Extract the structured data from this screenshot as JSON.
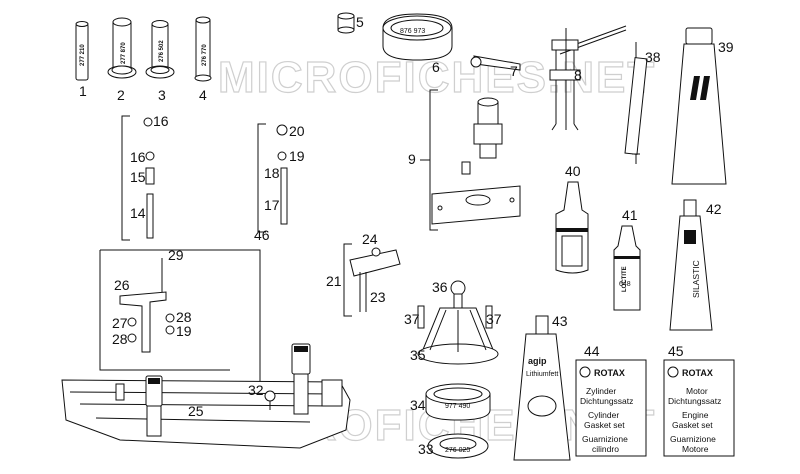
{
  "watermark": "MICROFICHES.NET",
  "callouts": {
    "c1": "1",
    "c2": "2",
    "c3": "3",
    "c4": "4",
    "c5": "5",
    "c6": "6",
    "c7": "7",
    "c8": "8",
    "c9": "9",
    "c14": "14",
    "c15": "15",
    "c16a": "16",
    "c16b": "16",
    "c17": "17",
    "c18": "18",
    "c19a": "19",
    "c19b": "19",
    "c20": "20",
    "c21": "21",
    "c23": "23",
    "c24": "24",
    "c25": "25",
    "c26": "26",
    "c27": "27",
    "c28a": "28",
    "c28b": "28",
    "c19c": "19",
    "c29": "29",
    "c32": "32",
    "c33": "33",
    "c34": "34",
    "c35": "35",
    "c36": "36",
    "c37a": "37",
    "c37b": "37",
    "c38": "38",
    "c39": "39",
    "c40": "40",
    "c41": "41",
    "c42": "42",
    "c43": "43",
    "c44": "44",
    "c45": "45",
    "c46": "46"
  },
  "tool_part_numbers": {
    "t1": "277 210",
    "t2": "277 870",
    "t3": "276 502",
    "t4": "276 770",
    "ring6": "876 973",
    "ring34": "977 490",
    "ring33": "276 025"
  },
  "product_labels": {
    "silastic": "SILASTIC",
    "loctite648": "648",
    "loctite_brand": "LOCTITE",
    "grease_brand": "agip",
    "grease_name": "Lithiumfett"
  },
  "card44": {
    "brand": "ROTAX",
    "lines": [
      "Zylinder",
      "Dichtungssatz",
      "Cylinder",
      "Gasket set",
      "Guarnizione",
      "cilindro"
    ]
  },
  "card45": {
    "brand": "ROTAX",
    "lines": [
      "Motor",
      "Dichtungssatz",
      "Engine",
      "Gasket set",
      "Guarnizione",
      "Motore"
    ]
  }
}
